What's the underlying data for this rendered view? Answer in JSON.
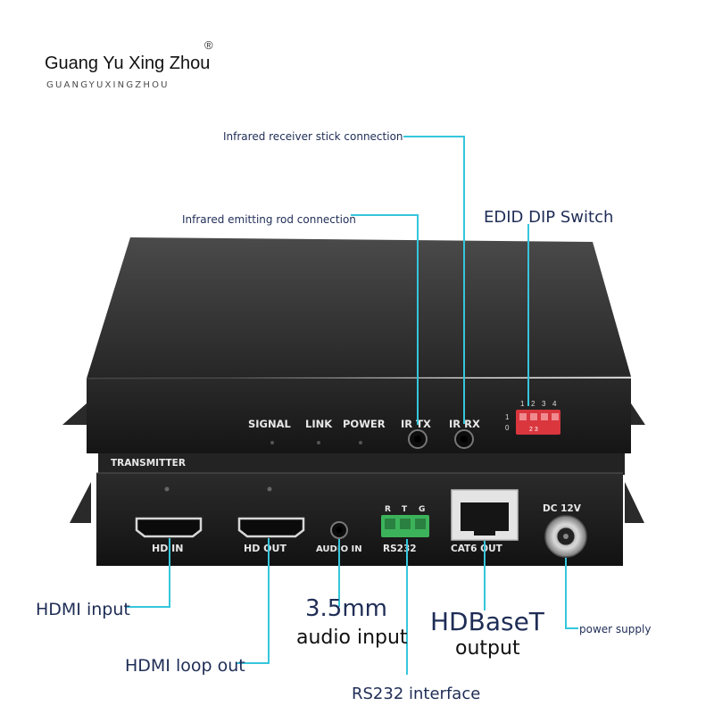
{
  "brand": {
    "title": "Guang Yu Xing Zhou",
    "subtitle": "GUANGYUXINGZHOU",
    "registered_mark": "®"
  },
  "callouts": {
    "ir_receiver": "Infrared receiver stick connection",
    "ir_emitter": "Infrared emitting rod connection",
    "edid_switch": "EDID DIP Switch",
    "hdmi_input": "HDMI input",
    "hdmi_loop_out": "HDMI loop out",
    "audio_3_5mm": "3.5mm",
    "audio_input": "audio input",
    "hdbaset": "HDBaseT",
    "hdbaset_output": "output",
    "power_supply": "power supply",
    "rs232": "RS232 interface"
  },
  "device": {
    "top_panel": {
      "signal": "SIGNAL",
      "link": "LINK",
      "power": "POWER",
      "ir_tx": "IR TX",
      "ir_rx": "IR RX",
      "dip_numbers": [
        "1",
        "2",
        "3",
        "4"
      ],
      "dip_on": "1",
      "dip_off": "0",
      "dip_values": "2 3"
    },
    "model": "TRANSMITTER",
    "ports": {
      "hd_in": "HD IN",
      "hd_out": "HD OUT",
      "audio_in": "AUDIO IN",
      "rs232": "RS232",
      "rs232_pins": [
        "R",
        "T",
        "G"
      ],
      "cat6_out": "CAT6 OUT",
      "dc": "DC 12V"
    }
  },
  "colors": {
    "callout_line": "#35c6dc",
    "label_text": "#1f2d56",
    "chassis": "#1a1a1a",
    "dip_red": "#d9363e",
    "terminal_green": "#3cb35a"
  }
}
